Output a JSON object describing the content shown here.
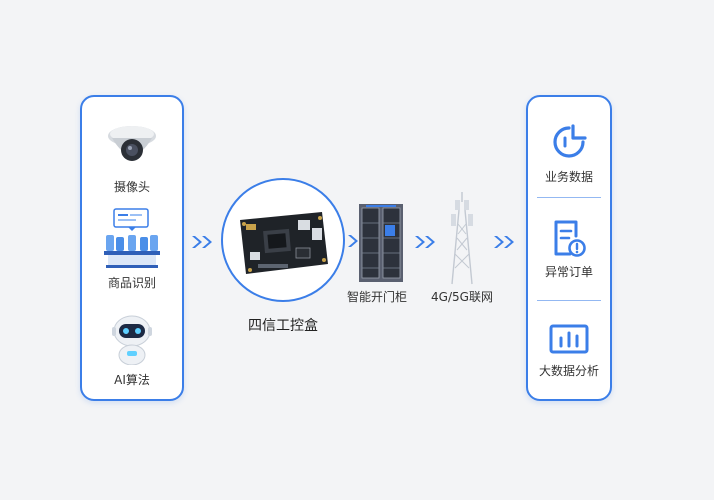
{
  "inputs": {
    "camera_label": "摄像头",
    "product_recognition_label": "商品识别",
    "ai_algorithm_label": "AI算法"
  },
  "center": {
    "box_label": "四信工控盒",
    "cabinet_label": "智能开门柜",
    "network_label": "4G/5G联网"
  },
  "outputs": {
    "business_data_label": "业务数据",
    "abnormal_order_label": "异常订单",
    "big_data_analysis_label": "大数据分析"
  },
  "colors": {
    "accent": "#3b7ee8",
    "panel_bg": "#ffffff",
    "page_bg": "#f3f4f6"
  }
}
